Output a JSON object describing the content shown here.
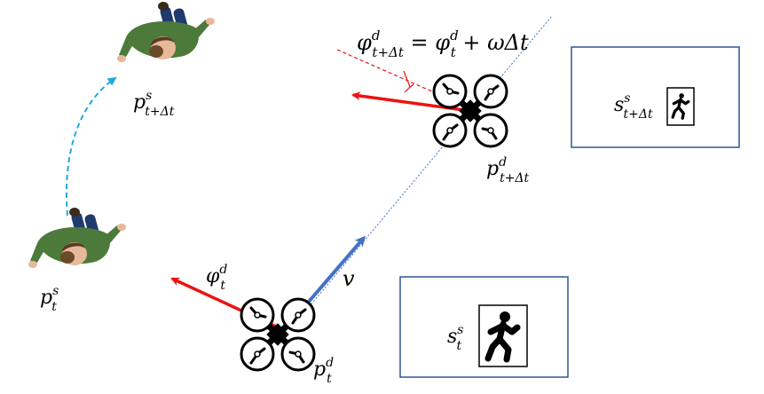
{
  "labels": {
    "person_t": "p",
    "person_t_sup": "s",
    "person_t_sub": "t",
    "person_next": "p",
    "person_next_sup": "s",
    "person_next_sub": "t+Δt",
    "drone_t": "p",
    "drone_t_sup": "d",
    "drone_t_sub": "t",
    "drone_next": "p",
    "drone_next_sup": "d",
    "drone_next_sub": "t+Δt",
    "heading_t": "φ",
    "heading_t_sup": "d",
    "heading_t_sub": "t",
    "velocity": "v",
    "state_t": "s",
    "state_t_sup": "s",
    "state_t_sub": "t",
    "state_next": "s",
    "state_next_sup": "s",
    "state_next_sub": "t+Δt",
    "equation_lhs": "φ",
    "equation_lhs_sup": "d",
    "equation_lhs_sub": "t+Δt",
    "equation_eq": " = ",
    "equation_rhs": "φ",
    "equation_rhs_sup": "d",
    "equation_rhs_sub": "t",
    "equation_tail": " + ωΔt"
  },
  "colors": {
    "heading_arrow": "#ee1111",
    "velocity_arrow": "#4472c4",
    "trajectory": "#22aadd",
    "box_border": "#2f5597",
    "shirt": "#4c7a3a",
    "pants": "#1f3a6e",
    "skin": "#e8b89a",
    "hair": "#5a3a22"
  },
  "icons": {
    "drone": "quadcopter-icon",
    "pedestrian": "running-person-icon",
    "person": "person-topview-icon"
  }
}
